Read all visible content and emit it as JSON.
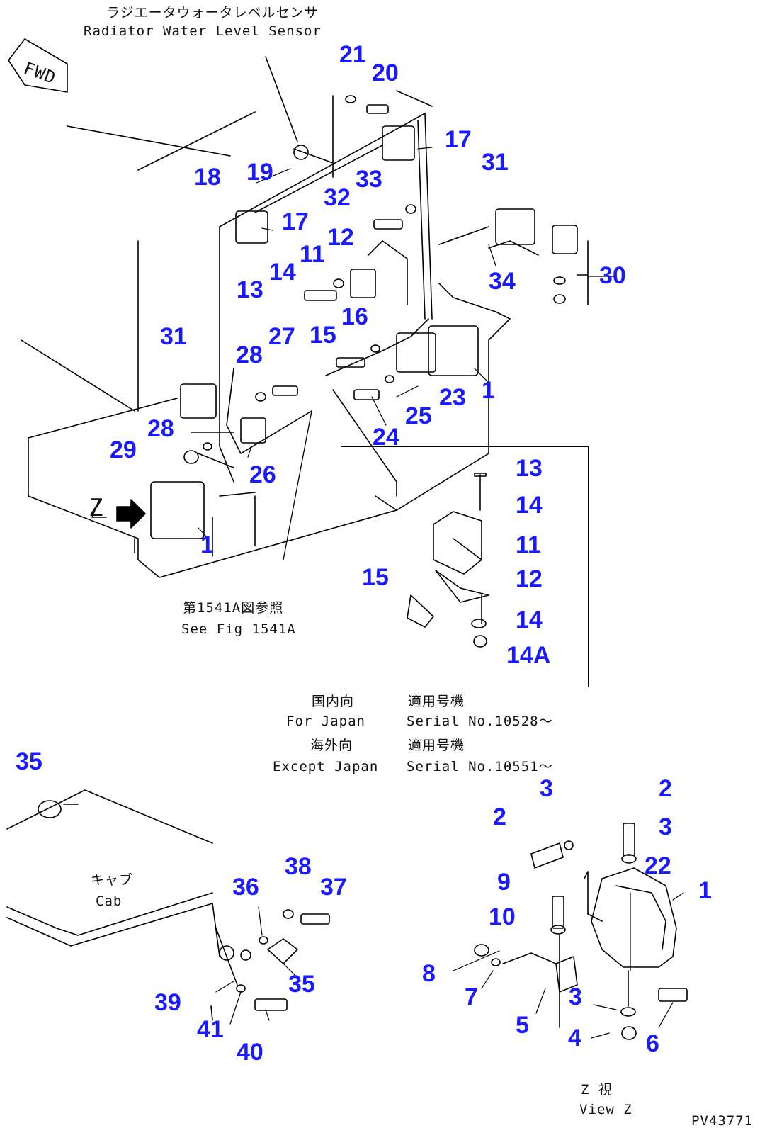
{
  "captions": {
    "sensor_jp": "ラジエータウォータレベルセンサ",
    "sensor_en": "Radiator Water Level Sensor",
    "fwd": "FWD",
    "see_fig_jp": "第1541A図参照",
    "see_fig_en": "See Fig 1541A",
    "for_japan_jp": "国内向",
    "for_japan_en": "For Japan",
    "serial_label_jp_1": "適用号機",
    "serial_japan": "Serial No.10528～",
    "except_japan_jp": "海外向",
    "except_japan_en": "Except Japan",
    "serial_label_jp_2": "適用号機",
    "serial_except": "Serial No.10551～",
    "cab_jp": "キャブ",
    "cab_en": "Cab",
    "view_z_jp": "Z 視",
    "view_z_en": "View Z",
    "z_marker": "Z",
    "drawing_id": "PV43771"
  },
  "callouts": {
    "main": [
      "21",
      "20",
      "17",
      "31",
      "18",
      "19",
      "33",
      "32",
      "17",
      "12",
      "11",
      "14",
      "13",
      "34",
      "30",
      "16",
      "15",
      "31",
      "27",
      "28",
      "23",
      "1",
      "25",
      "24",
      "28",
      "29",
      "26",
      "1"
    ],
    "inset": [
      "13",
      "14",
      "11",
      "12",
      "15",
      "14",
      "14A"
    ],
    "cab": [
      "35",
      "38",
      "36",
      "37",
      "35",
      "39",
      "41",
      "40"
    ],
    "view_z": [
      "3",
      "2",
      "2",
      "3",
      "22",
      "1",
      "9",
      "10",
      "8",
      "7",
      "3",
      "5",
      "4",
      "6"
    ]
  },
  "colors": {
    "callout": "#1a1aff",
    "line": "#000000"
  }
}
